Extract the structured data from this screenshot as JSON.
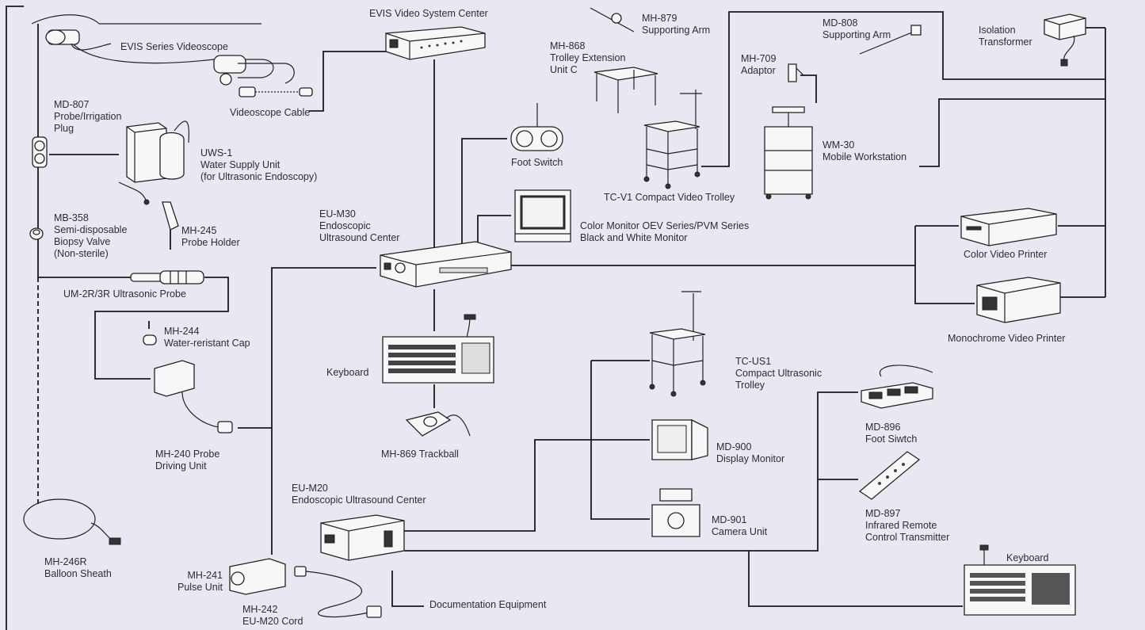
{
  "colors": {
    "background": "#e9e8f2",
    "lines": "#1a1a1a",
    "text": "#2b2b3a"
  },
  "labels": {
    "evis_center": [
      "EVIS Video System Center"
    ],
    "evis_scope": [
      "EVIS Series Videoscope"
    ],
    "videoscope_cable": [
      "Videoscope Cable"
    ],
    "mh879": [
      "MH-879",
      "Supporting Arm"
    ],
    "md808": [
      "MD-808",
      "Supporting Arm"
    ],
    "isolation": [
      "Isolation",
      "Transformer"
    ],
    "mh868": [
      "MH-868",
      "Trolley Extension",
      "Unit C"
    ],
    "mh709": [
      "MH-709",
      "Adaptor"
    ],
    "md807": [
      "MD-807",
      "Probe/Irrigation",
      "Plug"
    ],
    "uws1": [
      "UWS-1",
      "Water Supply Unit",
      "(for Ultrasonic Endoscopy)"
    ],
    "foot_switch": [
      "Foot Switch"
    ],
    "wm30": [
      "WM-30",
      "Mobile Workstation"
    ],
    "tcv1": [
      "TC-V1 Compact Video Trolley"
    ],
    "mb358": [
      "MB-358",
      "Semi-disposable",
      "Biopsy Valve",
      "(Non-sterile)"
    ],
    "mh245": [
      "MH-245",
      "Probe Holder"
    ],
    "eum30": [
      "EU-M30",
      "Endoscopic",
      "Ultrasound Center"
    ],
    "color_monitor": [
      "Color Monitor OEV Series/PVM Series",
      "Black and White Monitor"
    ],
    "color_printer": [
      "Color Video Printer"
    ],
    "um2r": [
      "UM-2R/3R Ultrasonic Probe"
    ],
    "mh244": [
      "MH-244",
      "Water-reristant Cap"
    ],
    "mono_printer": [
      "Monochrome Video Printer"
    ],
    "keyboard1": [
      "Keyboard"
    ],
    "tcus1": [
      "TC-US1",
      "Compact Ultrasonic",
      "Trolley"
    ],
    "md896": [
      "MD-896",
      "Foot Siwtch"
    ],
    "mh240": [
      "MH-240 Probe",
      "Driving Unit"
    ],
    "mh869": [
      "MH-869 Trackball"
    ],
    "md900": [
      "MD-900",
      "Display Monitor"
    ],
    "eum20": [
      "EU-M20",
      "Endoscopic Ultrasound Center"
    ],
    "md901": [
      "MD-901",
      "Camera Unit"
    ],
    "md897": [
      "MD-897",
      "Infrared Remote",
      "Control Transmitter"
    ],
    "mh246r": [
      "MH-246R",
      "Balloon Sheath"
    ],
    "mh241": [
      "MH-241",
      "Pulse Unit"
    ],
    "mh242": [
      "MH-242",
      "EU-M20 Cord"
    ],
    "keyboard2": [
      "Keyboard"
    ],
    "documentation": [
      "Documentation Equipment"
    ]
  }
}
